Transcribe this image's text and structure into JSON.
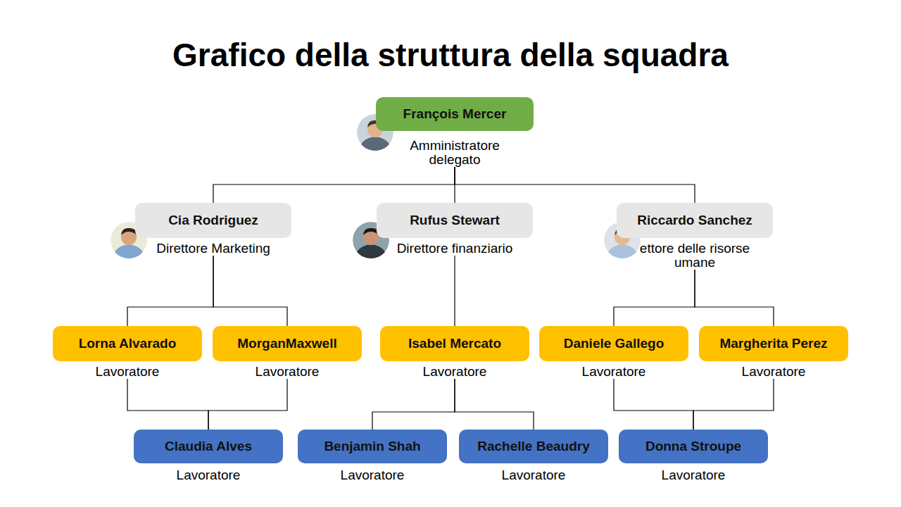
{
  "diagram": {
    "title": "Grafico della struttura della squadra",
    "nodes": [
      {
        "text": [
          "François Mercer",
          "Amministratore delegato"
        ]
      },
      {
        "text": [
          "Cia Rodriguez",
          "Direttore Marketing"
        ]
      },
      {
        "text": [
          "Rufus Stewart",
          "Direttore finanziario"
        ]
      },
      {
        "text": [
          "Riccardo Sanchez",
          "ettore delle risorse umane"
        ]
      },
      {
        "text": [
          "Lorna Alvarado",
          "Lavoratore"
        ]
      },
      {
        "text": [
          "MorganMaxwell",
          "Lavoratore"
        ]
      },
      {
        "text": [
          "Isabel Mercato",
          "Lavoratore"
        ]
      },
      {
        "text": [
          "Daniele Gallego",
          "Lavoratore"
        ]
      },
      {
        "text": [
          "Margherita Perez",
          "Lavoratore"
        ]
      },
      {
        "text": [
          "Claudia Alves",
          "Lavoratore"
        ]
      },
      {
        "text": [
          "Benjamin Shah",
          "Lavoratore"
        ]
      },
      {
        "text": [
          "Rachelle Beaudry",
          "Lavoratore"
        ]
      },
      {
        "text": [
          "Donna Stroupe",
          "Lavoratore"
        ]
      }
    ],
    "edges": [
      {
        "from": 0,
        "to": 1,
        "arrow": "none"
      },
      {
        "from": 0,
        "to": 2,
        "arrow": "none"
      },
      {
        "from": 0,
        "to": 3,
        "arrow": "none"
      },
      {
        "from": 1,
        "to": 4,
        "arrow": "none"
      },
      {
        "from": 1,
        "to": 5,
        "arrow": "none"
      },
      {
        "from": 2,
        "to": 6,
        "arrow": "none"
      },
      {
        "from": 3,
        "to": 7,
        "arrow": "none"
      },
      {
        "from": 3,
        "to": 8,
        "arrow": "none"
      },
      {
        "from": 4,
        "to": 9,
        "arrow": "none"
      },
      {
        "from": 5,
        "to": 9,
        "arrow": "none"
      },
      {
        "from": 6,
        "to": 10,
        "arrow": "none"
      },
      {
        "from": 6,
        "to": 11,
        "arrow": "none"
      },
      {
        "from": 7,
        "to": 12,
        "arrow": "none"
      },
      {
        "from": 8,
        "to": 12,
        "arrow": "none"
      }
    ]
  }
}
